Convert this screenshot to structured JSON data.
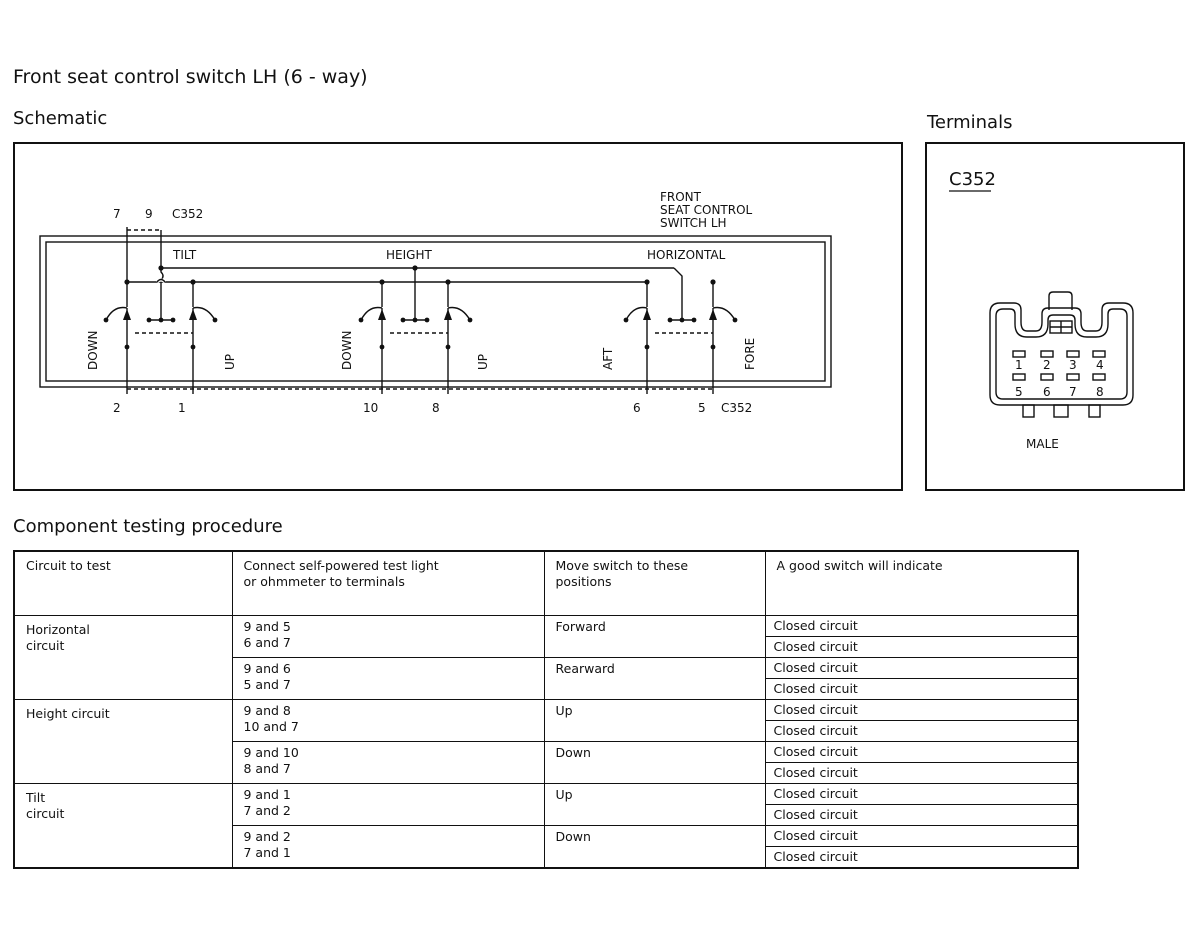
{
  "page_title": "Front seat control switch LH (6 - way)",
  "schematic": {
    "title": "Schematic",
    "top_connector": "C352",
    "bottom_connector": "C352",
    "top_pins": [
      "7",
      "9"
    ],
    "bottom_pins": [
      "2",
      "1",
      "10",
      "8",
      "6",
      "5"
    ],
    "switch_label": [
      "FRONT",
      "SEAT CONTROL",
      "SWITCH LH"
    ],
    "groups": {
      "tilt": "TILT",
      "height": "HEIGHT",
      "horizontal": "HORIZONTAL"
    },
    "directions": {
      "tilt_down": "DOWN",
      "tilt_up": "UP",
      "height_down": "DOWN",
      "height_up": "UP",
      "aft": "AFT",
      "fore": "FORE"
    }
  },
  "terminals": {
    "title": "Terminals",
    "connector": "C352",
    "pins_top": [
      "1",
      "2",
      "3",
      "4"
    ],
    "pins_bottom": [
      "5",
      "6",
      "7",
      "8"
    ],
    "gender": "MALE"
  },
  "procedure": {
    "title": "Component testing procedure",
    "headers": [
      "Circuit to test",
      "Connect self-powered test light or ohmmeter to terminals",
      "Move switch to these positions",
      "A good switch will indicate"
    ],
    "circuits": [
      {
        "name": "Horizontal circuit",
        "tests": [
          {
            "terminals": [
              "9 and 5",
              "6 and 7"
            ],
            "position": "Forward",
            "results": [
              "Closed circuit",
              "Closed circuit"
            ]
          },
          {
            "terminals": [
              "9 and 6",
              "5 and 7"
            ],
            "position": "Rearward",
            "results": [
              "Closed circuit",
              "Closed circuit"
            ]
          }
        ]
      },
      {
        "name": "Height circuit",
        "tests": [
          {
            "terminals": [
              "9 and 8",
              "10 and 7"
            ],
            "position": "Up",
            "results": [
              "Closed circuit",
              "Closed circuit"
            ]
          },
          {
            "terminals": [
              "9 and 10",
              "8 and 7"
            ],
            "position": "Down",
            "results": [
              "Closed circuit",
              "Closed circuit"
            ]
          }
        ]
      },
      {
        "name": "Tilt circuit",
        "tests": [
          {
            "terminals": [
              "9 and 1",
              "7 and 2"
            ],
            "position": "Up",
            "results": [
              "Closed circuit",
              "Closed circuit"
            ]
          },
          {
            "terminals": [
              "9 and 2",
              "7 and 1"
            ],
            "position": "Down",
            "results": [
              "Closed circuit",
              "Closed circuit"
            ]
          }
        ]
      }
    ]
  }
}
